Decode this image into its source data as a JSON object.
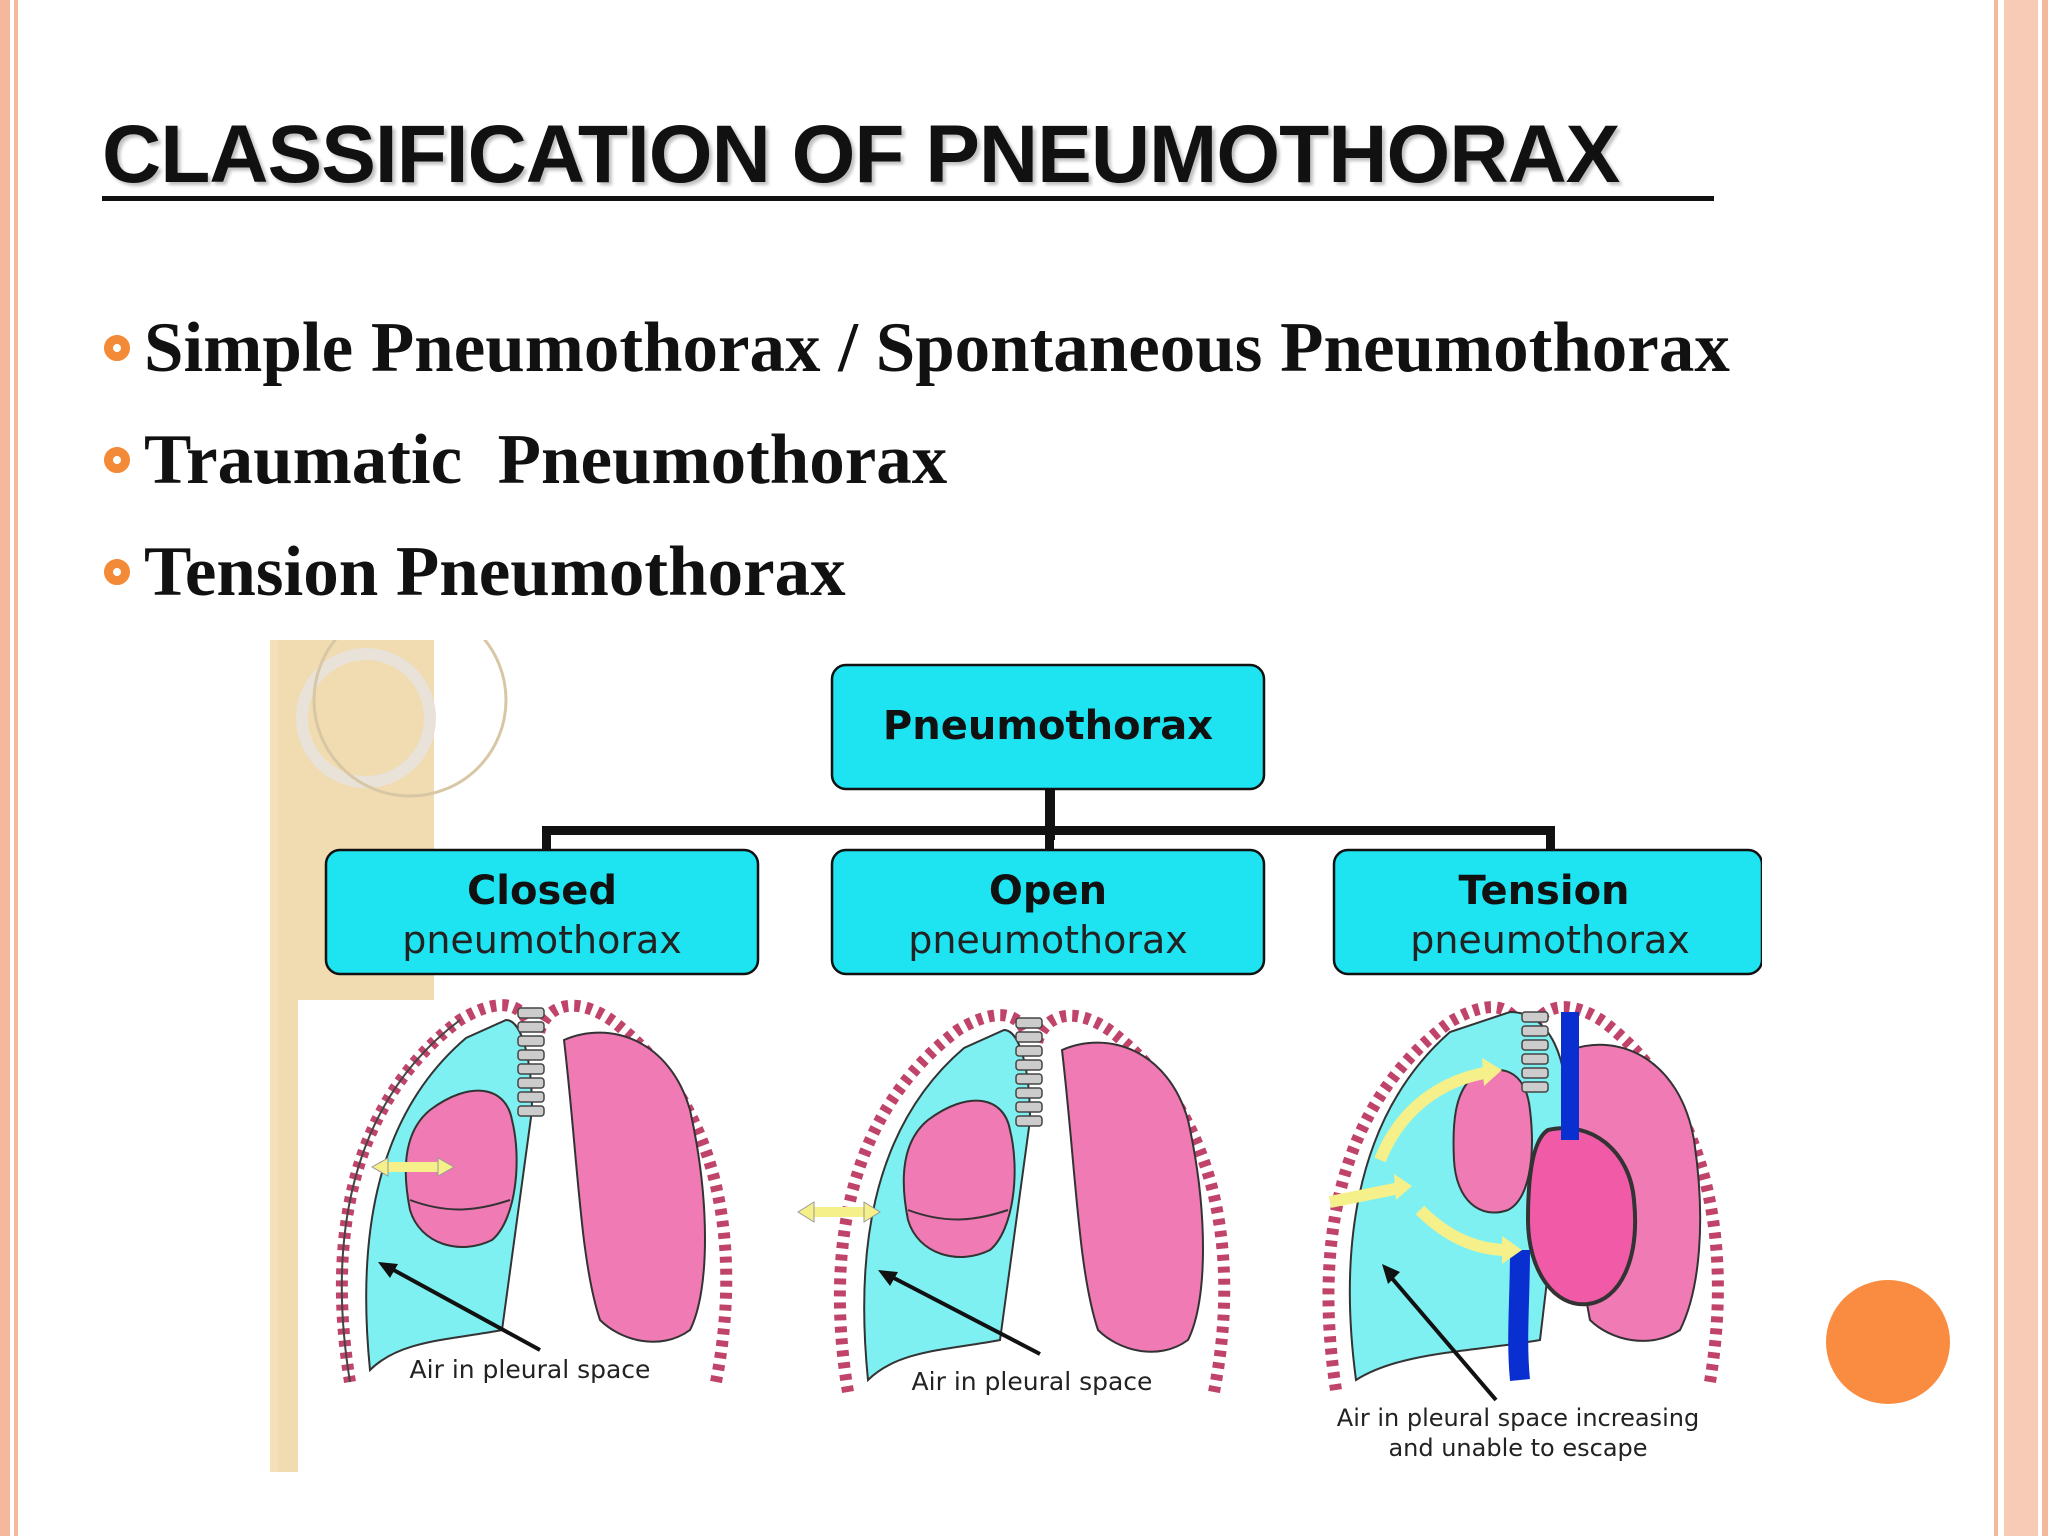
{
  "slide": {
    "title": "CLASSIFICATION OF PNEUMOTHORAX",
    "bullets": [
      {
        "text": "Simple Pneumothorax / Spontaneous Pneumothorax"
      },
      {
        "text": "Traumatic  Pneumothorax"
      },
      {
        "text": "Tension Pneumothorax"
      }
    ],
    "accent_color": "#f28a37",
    "frame_color": "#f6b89c"
  },
  "diagram": {
    "root": "Pneumothorax",
    "box_color": "#1ee3f0",
    "children": [
      {
        "line1": "Closed",
        "line2": "pneumothorax",
        "caption": "Air in pleural space"
      },
      {
        "line1": "Open",
        "line2": "pneumothorax",
        "caption": "Air in pleural space"
      },
      {
        "line1": "Tension",
        "line2": "pneumothorax",
        "caption_line1": "Air in pleural space increasing",
        "caption_line2": "and unable to escape"
      }
    ]
  }
}
